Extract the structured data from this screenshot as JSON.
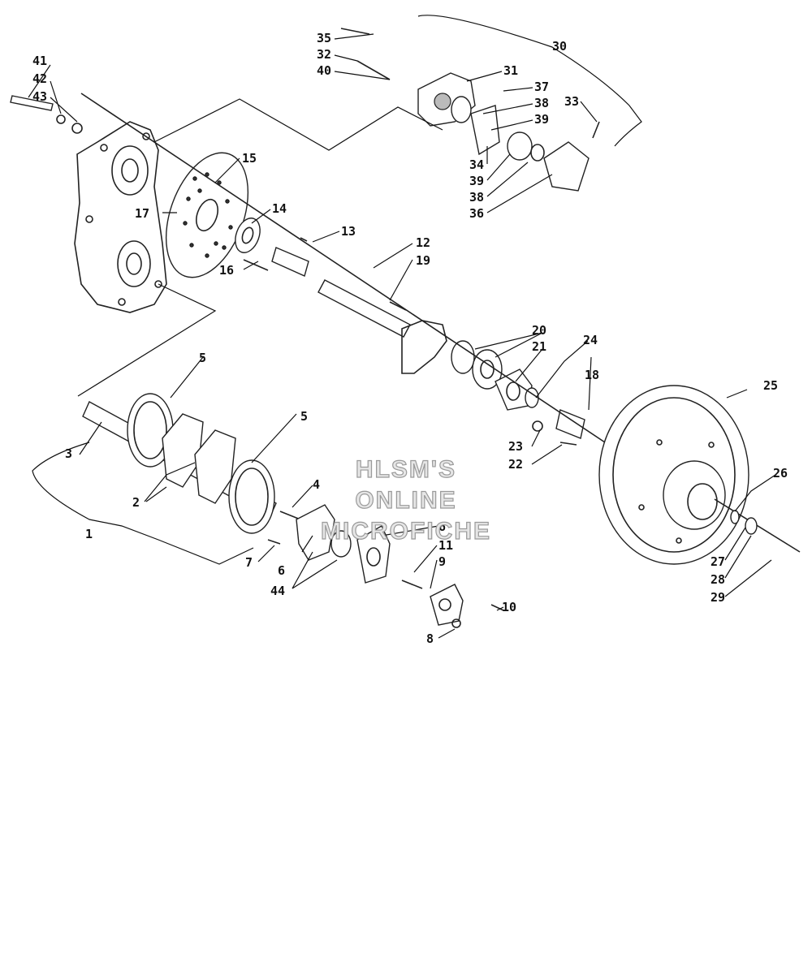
{
  "watermark": {
    "line1": "HLSM'S",
    "line2": "ONLINE",
    "line3": "MICROFICHE"
  },
  "callouts": {
    "c1": "1",
    "c2": "2",
    "c3": "3",
    "c4": "4",
    "c5a": "5",
    "c5b": "5",
    "c6a": "6",
    "c6b": "6",
    "c7": "7",
    "c8": "8",
    "c9": "9",
    "c10": "10",
    "c11": "11",
    "c12": "12",
    "c13": "13",
    "c14": "14",
    "c15": "15",
    "c16": "16",
    "c17": "17",
    "c18": "18",
    "c19": "19",
    "c20": "20",
    "c21": "21",
    "c22": "22",
    "c23": "23",
    "c24": "24",
    "c25": "25",
    "c26": "26",
    "c27": "27",
    "c28": "28",
    "c29": "29",
    "c30": "30",
    "c31": "31",
    "c32": "32",
    "c33": "33",
    "c34": "34",
    "c35": "35",
    "c36": "36",
    "c37": "37",
    "c38a": "38",
    "c38b": "38",
    "c39a": "39",
    "c39b": "39",
    "c40": "40",
    "c41": "41",
    "c42": "42",
    "c43": "43",
    "c44": "44"
  }
}
